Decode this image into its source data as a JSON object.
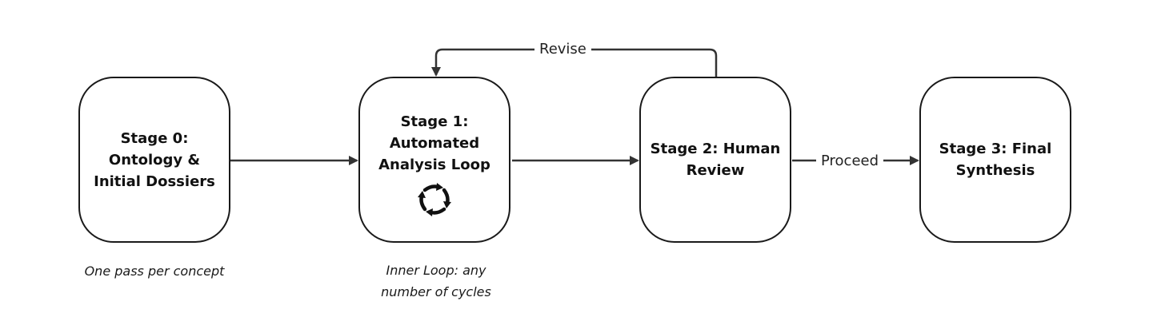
{
  "stages": [
    {
      "title": "Stage 0:\nOntology &\nInitial Dossiers"
    },
    {
      "title": "Stage 1:\nAutomated\nAnalysis Loop"
    },
    {
      "title": "Stage 2: Human\nReview"
    },
    {
      "title": "Stage 3: Final\nSynthesis"
    }
  ],
  "notes": {
    "stage0": "One pass per concept",
    "stage1": "Inner Loop: any\nnumber of cycles"
  },
  "edges": {
    "revise": "Revise",
    "proceed": "Proceed"
  },
  "icons": {
    "stage1_icon": "refresh-loop-icon"
  },
  "colors": {
    "stroke": "#1a1a1a",
    "arrow": "#333333",
    "background": "#ffffff"
  }
}
